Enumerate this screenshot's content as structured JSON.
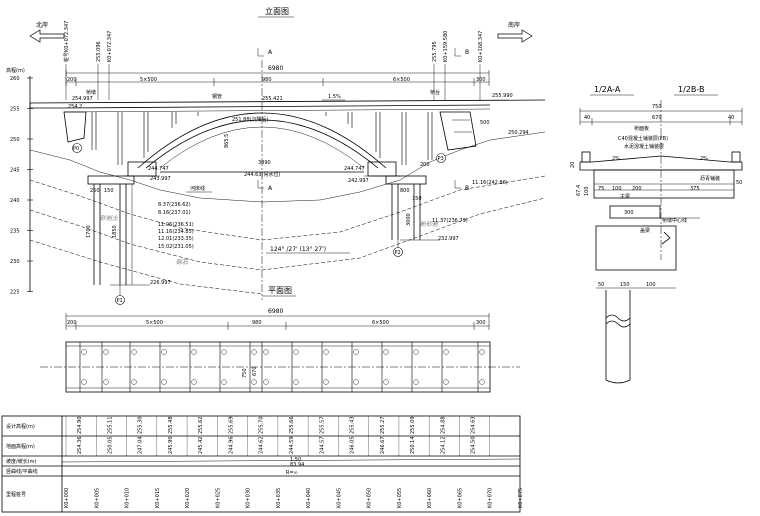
{
  "titles": {
    "elevation": "立面图",
    "plan": "平面图",
    "section_a": "1/2A-A",
    "section_b": "1/2B-B"
  },
  "directions": {
    "left": "北岸",
    "right": "南岸"
  },
  "elevation_axis": {
    "unit_label": "高程(m)",
    "ticks": [
      "260",
      "255",
      "250",
      "245",
      "240",
      "235",
      "230",
      "225"
    ]
  },
  "elevation": {
    "total_length": "6980",
    "spans": [
      "200",
      "5×500",
      "980",
      "6×500",
      "300"
    ],
    "deck_levels": [
      "254.997",
      "255.421",
      "255.990"
    ],
    "deck_levels_small": [
      "254.2"
    ],
    "right_levels": [
      "250.294"
    ],
    "slope_top": "1.5%",
    "arch_dims": [
      "3890",
      "865.5",
      "251.88(沉降后)"
    ],
    "arch_base_left": "244.747",
    "arch_base_right": "244.747",
    "arch_base_mid": "244.63(常水位)",
    "foot_left": "243.997",
    "foot_right": "242.997",
    "station_top_left": [
      "桩号K0+072.347",
      "255.096",
      "K0+072.347"
    ],
    "station_top_right": [
      "255.795",
      "K0+159.580",
      "K0+168.347"
    ],
    "left_piles_levels": [
      "8.37(236.62)",
      "8.16(237.01)",
      "11.06(236.51)",
      "11.16(234.85)",
      "12.01(233.35)",
      "15.02(231.05)"
    ],
    "right_piles_levels": [
      "11.37(236.79)",
      "11.16(242.86)"
    ],
    "pile_left_bottom": "226.997",
    "pile_right_bottom": "232.997",
    "angle_note": "124° /27' (13° 27')",
    "pier_labels": [
      "P1",
      "P2",
      "P3",
      "P0"
    ],
    "label_notes": [
      "桥墩",
      "桥台",
      "钢管",
      "河床线",
      "A",
      "A",
      "B",
      "B"
    ],
    "small_dims": [
      "1700",
      "1850",
      "3000",
      "250",
      "150",
      "200",
      "800",
      "150",
      "500"
    ],
    "layer_notes": [
      "砂岩土",
      "砾石",
      "粉砂岩"
    ]
  },
  "plan": {
    "total": "6980",
    "spans": [
      "200",
      "5×500",
      "980",
      "6×500",
      "300"
    ],
    "width_dims": [
      "750",
      "670"
    ]
  },
  "section": {
    "width_total": "750",
    "width_inner": "670",
    "edge": [
      "40",
      "40"
    ],
    "notes": [
      "C40混凝土铺装层(FB)",
      "水泥混凝土铺装层",
      "沥青铺装",
      "桥面板",
      "主梁",
      "桥墩中心线",
      "盖梁"
    ],
    "slope": [
      "2%",
      "2%"
    ],
    "dims": [
      "100",
      "67.4",
      "75",
      "100",
      "200",
      "375",
      "50",
      "300",
      "20"
    ],
    "bottom": [
      "50",
      "150",
      "100"
    ]
  },
  "profile_table": {
    "row_labels": [
      "设计高程(m)",
      "地面高程(m)",
      "坡度/坡长(m)",
      "竖曲线/平曲线",
      "里程桩号"
    ],
    "design": [
      "254.90",
      "255.11",
      "255.30",
      "255.48",
      "255.62",
      "255.69",
      "255.70",
      "255.66",
      "255.57",
      "255.43",
      "255.27",
      "255.09",
      "254.88",
      "254.63"
    ],
    "ground": [
      "254.36",
      "250.05",
      "247.04",
      "245.90",
      "245.42",
      "244.96",
      "244.62",
      "244.59",
      "244.57",
      "246.05",
      "246.67",
      "250.14",
      "254.12",
      "254.50"
    ],
    "slope_text": [
      "1.50",
      "83.94"
    ],
    "curve_text": "R=∞",
    "stations": [
      "K0+000",
      "K0+005",
      "K0+010",
      "K0+015",
      "K0+020",
      "K0+025",
      "K0+030",
      "K0+035",
      "K0+040",
      "K0+045",
      "K0+050",
      "K0+055",
      "K0+060",
      "K0+065",
      "K0+070",
      "K0+075"
    ]
  }
}
